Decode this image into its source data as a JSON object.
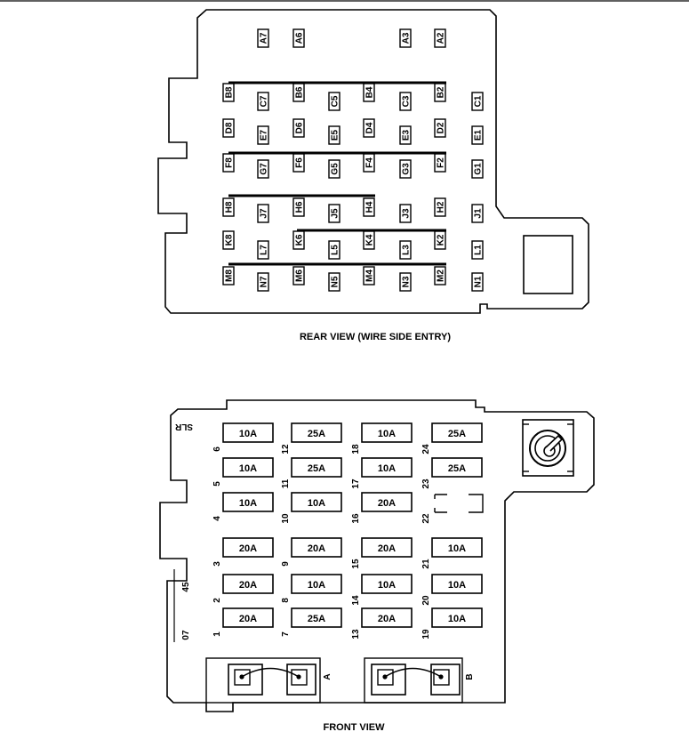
{
  "rear_view": {
    "caption": "REAR VIEW (WIRE SIDE ENTRY)",
    "terminals": {
      "A7": "A7",
      "A6": "A6",
      "A3": "A3",
      "A2": "A2",
      "B8": "B8",
      "C7": "C7",
      "B6": "B6",
      "C5": "C5",
      "B4": "B4",
      "C3": "C3",
      "B2": "B2",
      "C1": "C1",
      "D8": "D8",
      "E7": "E7",
      "D6": "D6",
      "E5": "E5",
      "D4": "D4",
      "E3": "E3",
      "D2": "D2",
      "E1": "E1",
      "F8": "F8",
      "G7": "G7",
      "F6": "F6",
      "G5": "G5",
      "F4": "F4",
      "G3": "G3",
      "F2": "F2",
      "G1": "G1",
      "H8": "H8",
      "J7": "J7",
      "H6": "H6",
      "J5": "J5",
      "H4": "H4",
      "J3": "J3",
      "H2": "H2",
      "J1": "J1",
      "K8": "K8",
      "L7": "L7",
      "K6": "K6",
      "L5": "L5",
      "K4": "K4",
      "L3": "L3",
      "K2": "K2",
      "L1": "L1",
      "M8": "M8",
      "N7": "N7",
      "M6": "M6",
      "N5": "N5",
      "M4": "M4",
      "N3": "N3",
      "M2": "M2",
      "N1": "N1"
    }
  },
  "front_view": {
    "caption": "FRONT VIEW",
    "corner_label": "SLR",
    "side_label_top": "45",
    "side_label_bottom": "07",
    "fuses": {
      "f1": "20A",
      "f2": "20A",
      "f3": "20A",
      "f4": "10A",
      "f5": "10A",
      "f6": "10A",
      "f7": "25A",
      "f8": "10A",
      "f9": "20A",
      "f10": "10A",
      "f11": "25A",
      "f12": "25A",
      "f13": "20A",
      "f14": "10A",
      "f15": "20A",
      "f16": "20A",
      "f17": "10A",
      "f18": "10A",
      "f19": "10A",
      "f20": "10A",
      "f21": "10A",
      "f22": "",
      "f23": "25A",
      "f24": "25A"
    },
    "fuse_numbers": {
      "n1": "1",
      "n2": "2",
      "n3": "3",
      "n4": "4",
      "n5": "5",
      "n6": "6",
      "n7": "7",
      "n8": "8",
      "n9": "9",
      "n10": "10",
      "n11": "11",
      "n12": "12",
      "n13": "13",
      "n14": "14",
      "n15": "15",
      "n16": "16",
      "n17": "17",
      "n18": "18",
      "n19": "19",
      "n20": "20",
      "n21": "21",
      "n22": "22",
      "n23": "23",
      "n24": "24"
    },
    "relay_a": "A",
    "relay_b": "B"
  }
}
